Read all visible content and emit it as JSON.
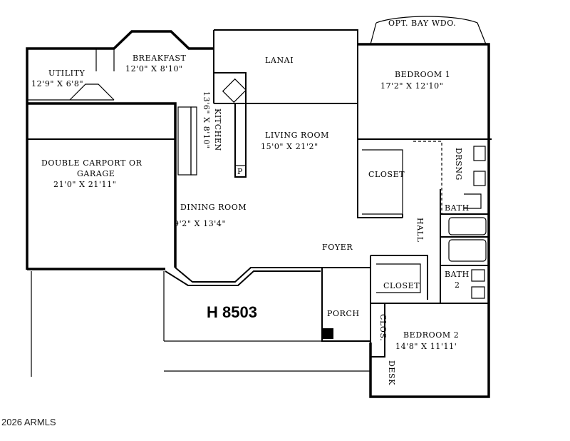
{
  "rooms": {
    "utility": {
      "name": "UTILITY",
      "size": "12'9\" X 6'8\""
    },
    "breakfast": {
      "name": "BREAKFAST",
      "size": "12'0\" X 8'10\""
    },
    "lanai": {
      "name": "LANAI"
    },
    "bedroom1": {
      "name": "BEDROOM 1",
      "size": "17'2\" X 12'10\""
    },
    "opt_bay": {
      "name": "OPT. BAY WDO."
    },
    "kitchen": {
      "name": "KITCHEN",
      "size": "13'6\" X 8'10\""
    },
    "pantry": {
      "name": "P"
    },
    "living": {
      "name": "LIVING ROOM",
      "size": "15'0\" X 21'2\""
    },
    "carport": {
      "name": "DOUBLE CARPORT OR",
      "name2": "GARAGE",
      "size": "21'0\" X 21'11\""
    },
    "closet1": {
      "name": "CLOSET"
    },
    "drsng": {
      "name": "DRSNG"
    },
    "bath1": {
      "name": "BATH"
    },
    "hall": {
      "name": "HALL"
    },
    "dining": {
      "name": "DINING ROOM",
      "size": "9'2\" X 13'4\""
    },
    "foyer": {
      "name": "FOYER"
    },
    "closet2": {
      "name": "CLOSET"
    },
    "bath2": {
      "name": "BATH",
      "num": "2"
    },
    "porch": {
      "name": "PORCH"
    },
    "clos": {
      "name": "CLOS."
    },
    "bedroom2": {
      "name": "BEDROOM 2",
      "size": "14'8\" X 11'11'"
    },
    "desk": {
      "name": "DESK"
    }
  },
  "plan_id": "H 8503",
  "copyright": "2026 ARMLS"
}
